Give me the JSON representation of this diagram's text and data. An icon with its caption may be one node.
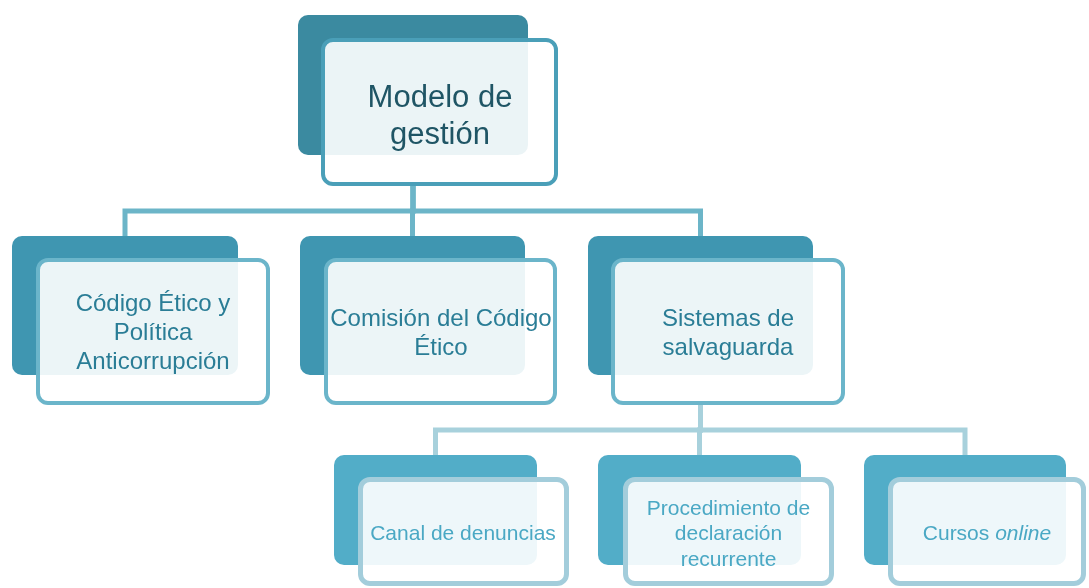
{
  "diagram": {
    "nodes": [
      {
        "text": [
          "Modelo de gestión"
        ]
      },
      {
        "text": [
          "Código Ético y Política Anticorrupción"
        ]
      },
      {
        "text": [
          "Comisión del Código Ético"
        ]
      },
      {
        "text": [
          "Sistemas de salvaguarda"
        ]
      },
      {
        "text": [
          "Canal de denuncias"
        ]
      },
      {
        "text": [
          "Procedimiento de declaración recurrente"
        ]
      },
      {
        "text": [
          "Cursos *online*"
        ]
      }
    ],
    "edges": [
      {
        "from": 0,
        "to": 1,
        "arrow": "none"
      },
      {
        "from": 0,
        "to": 2,
        "arrow": "none"
      },
      {
        "from": 0,
        "to": 3,
        "arrow": "none"
      },
      {
        "from": 3,
        "to": 4,
        "arrow": "none",
        "color": "#a8d1dc"
      },
      {
        "from": 3,
        "to": 5,
        "arrow": "none",
        "color": "#a8d1dc"
      },
      {
        "from": 3,
        "to": 6,
        "arrow": "none",
        "color": "#a8d1dc"
      }
    ]
  }
}
